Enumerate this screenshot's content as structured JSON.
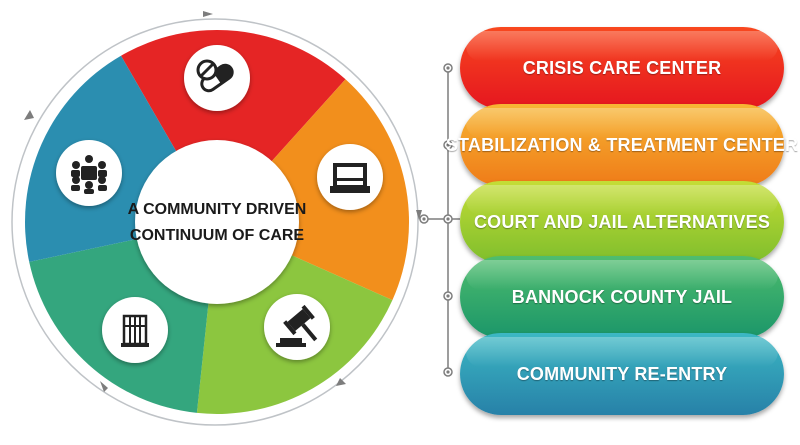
{
  "center": {
    "line1": "A COMMUNITY DRIVEN",
    "line2": "CONTINUUM OF CARE"
  },
  "segments": [
    {
      "icon": "pills-icon",
      "color": "#e52525"
    },
    {
      "icon": "bed-icon",
      "color": "#f28f1c"
    },
    {
      "icon": "gavel-icon",
      "color": "#8cc63f"
    },
    {
      "icon": "jail-cell-icon",
      "color": "#34a67e"
    },
    {
      "icon": "community-icon",
      "color": "#2b8eb0"
    }
  ],
  "steps": [
    {
      "label": "CRISIS CARE CENTER",
      "colors": [
        "#f8481f",
        "#e5161f"
      ]
    },
    {
      "label": "STABILIZATION & TREATMENT CENTER",
      "colors": [
        "#f7b634",
        "#ef7b18"
      ]
    },
    {
      "label": "COURT AND JAIL ALTERNATIVES",
      "colors": [
        "#c4dd36",
        "#7fbe2c"
      ]
    },
    {
      "label": "BANNOCK COUNTY JAIL",
      "colors": [
        "#4fbd6e",
        "#1b9669"
      ]
    },
    {
      "label": "COMMUNITY RE-ENTRY",
      "colors": [
        "#3cb8c4",
        "#2781a8"
      ]
    }
  ]
}
